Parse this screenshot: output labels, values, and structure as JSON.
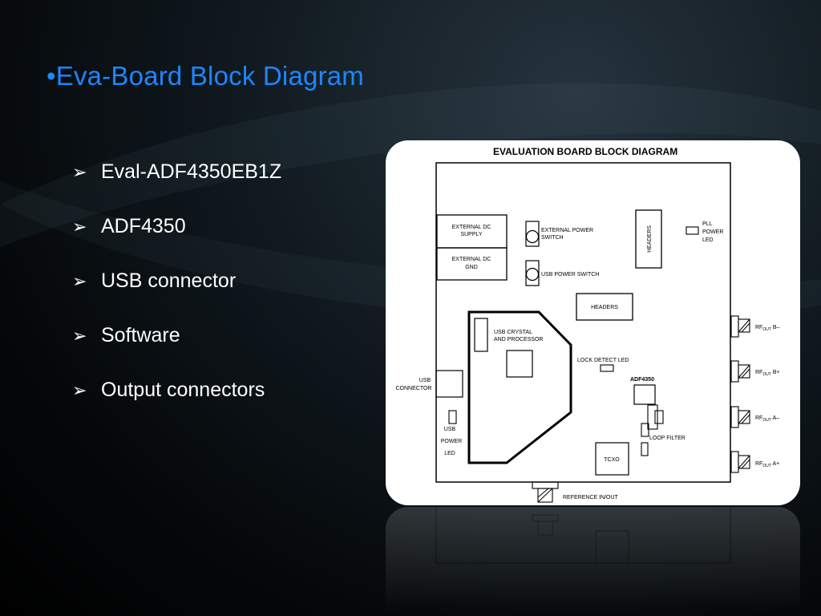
{
  "slide": {
    "title": "•Eva-Board Block Diagram",
    "bullet_marker": "➢",
    "bullets": [
      "Eval-ADF4350EB1Z",
      "ADF4350",
      "USB connector",
      "Software",
      "Output connectors"
    ]
  },
  "diagram": {
    "title": "EVALUATION BOARD BLOCK DIAGRAM",
    "ext_dc_supply_1": "EXTERNAL DC",
    "ext_dc_supply_2": "SUPPLY",
    "ext_dc_gnd_1": "EXTERNAL DC",
    "ext_dc_gnd_2": "GND",
    "ext_power_switch_1": "EXTERNAL POWER",
    "ext_power_switch_2": "SWITCH",
    "usb_power_switch": "USB POWER SWITCH",
    "headers_vertical": "HEADERS",
    "headers": "HEADERS",
    "pll_led_1": "PLL",
    "pll_led_2": "POWER",
    "pll_led_3": "LED",
    "usb_crystal_1": "USB CRYSTAL",
    "usb_crystal_2": "AND PROCESSOR",
    "lock_detect_led": "LOCK DETECT LED",
    "adf4350": "ADF4350",
    "usb_connector_1": "USB",
    "usb_connector_2": "CONNECTOR",
    "usb_power_led_1": "USB",
    "usb_power_led_2": "POWER",
    "usb_power_led_3": "LED",
    "loop_filter": "LOOP FILTER",
    "tcxo": "TCXO",
    "reference": "REFERENCE IN/OUT",
    "rf_outputs": [
      {
        "prefix": "RF",
        "sub": "OUT",
        "suffix": " B–"
      },
      {
        "prefix": "RF",
        "sub": "OUT",
        "suffix": " B+"
      },
      {
        "prefix": "RF",
        "sub": "OUT",
        "suffix": " A–"
      },
      {
        "prefix": "RF",
        "sub": "OUT",
        "suffix": " A+"
      }
    ]
  }
}
